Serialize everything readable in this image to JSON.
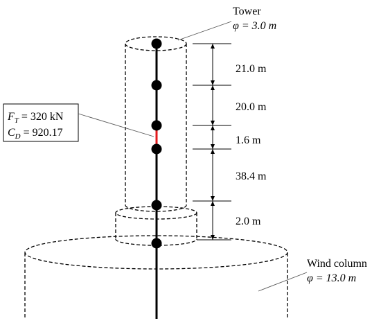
{
  "tower": {
    "label": "Tower",
    "diameter": "φ = 3.0 m"
  },
  "wind_column": {
    "label": "Wind column",
    "diameter": "φ = 13.0 m"
  },
  "element_box": {
    "force_symbol": "F",
    "force_sub": "T",
    "force_value": " = 320 kN",
    "drag_symbol": "C",
    "drag_sub": "D",
    "drag_value": " = 920.17"
  },
  "segments": [
    {
      "label": "21.0 m"
    },
    {
      "label": "20.0 m"
    },
    {
      "label": "1.6 m"
    },
    {
      "label": "38.4 m"
    },
    {
      "label": "2.0 m"
    }
  ],
  "colors": {
    "line": "#000000",
    "highlight_segment": "#e31a1c"
  }
}
